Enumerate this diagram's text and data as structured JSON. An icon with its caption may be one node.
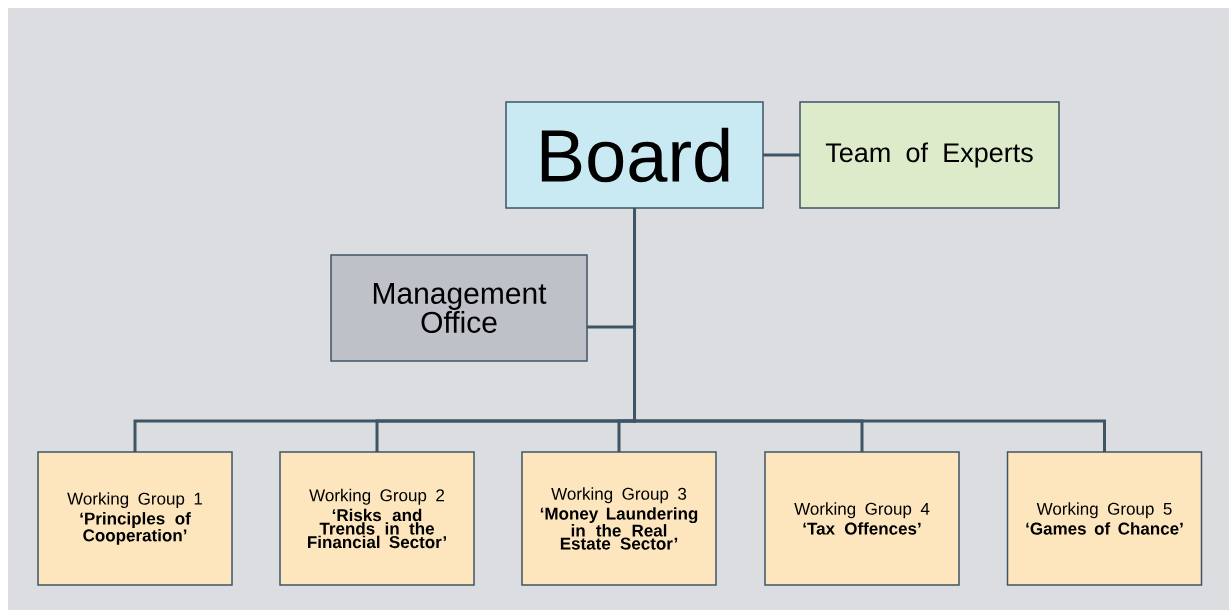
{
  "diagram": {
    "nodes": [
      {
        "text": [
          "Board"
        ]
      },
      {
        "text": [
          "Team of Experts"
        ]
      },
      {
        "text": [
          "Management Office"
        ]
      },
      {
        "text": [
          "Working Group 1",
          "‘Principles of Cooperation’"
        ]
      },
      {
        "text": [
          "Working Group 2",
          "‘Risks and Trends in the Financial Sector’"
        ]
      },
      {
        "text": [
          "Working Group 3",
          "‘Money Laundering in the Real Estate Sector’"
        ]
      },
      {
        "text": [
          "Working Group 4",
          "‘Tax Offences’"
        ]
      },
      {
        "text": [
          "Working Group 5",
          "‘Games of Chance’"
        ]
      }
    ],
    "edges": [
      {
        "from": 0,
        "to": 1,
        "arrow": "none"
      },
      {
        "from": 0,
        "to": 2,
        "arrow": "none"
      },
      {
        "from": 0,
        "to": 3,
        "arrow": "none"
      },
      {
        "from": 0,
        "to": 4,
        "arrow": "none"
      },
      {
        "from": 0,
        "to": 5,
        "arrow": "none"
      },
      {
        "from": 0,
        "to": 6,
        "arrow": "none"
      },
      {
        "from": 0,
        "to": 7,
        "arrow": "none"
      }
    ]
  }
}
